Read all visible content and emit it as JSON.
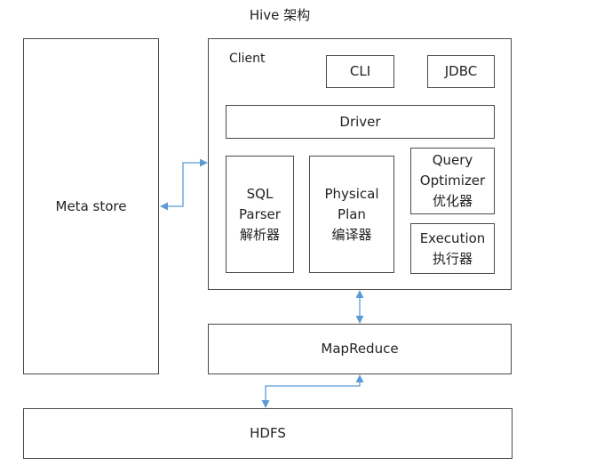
{
  "title": "Hive 架构",
  "metastore": "Meta store",
  "client": {
    "label": "Client",
    "cli": "CLI",
    "jdbc": "JDBC",
    "driver": "Driver",
    "sql_parser": [
      "SQL",
      "Parser",
      "解析器"
    ],
    "physical_plan": [
      "Physical",
      "Plan",
      "编译器"
    ],
    "query_optimizer": [
      "Query",
      "Optimizer",
      "优化器"
    ],
    "execution": [
      "Execution",
      "执行器"
    ]
  },
  "mapreduce": "MapReduce",
  "hdfs": "HDFS",
  "colors": {
    "border": "#4a4a4a",
    "arrow": "#5b9bd5",
    "text": "#222222"
  }
}
